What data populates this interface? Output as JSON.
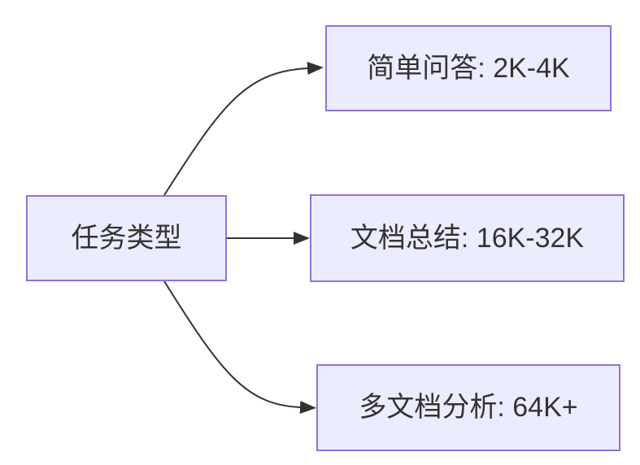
{
  "diagram": {
    "type": "flowchart",
    "direction": "left-to-right",
    "root": {
      "label": "任务类型"
    },
    "branches": [
      {
        "label": "简单问答: 2K-4K"
      },
      {
        "label": "文档总结: 16K-32K"
      },
      {
        "label": "多文档分析: 64K+"
      }
    ],
    "edges": [
      {
        "from": "任务类型",
        "to": "简单问答: 2K-4K"
      },
      {
        "from": "任务类型",
        "to": "文档总结: 16K-32K"
      },
      {
        "from": "任务类型",
        "to": "多文档分析: 64K+"
      }
    ],
    "colors": {
      "node_fill": "#ECECFF",
      "node_border": "#9370DB",
      "edge": "#333333",
      "text": "#333333",
      "background": "#FFFFFF"
    }
  }
}
